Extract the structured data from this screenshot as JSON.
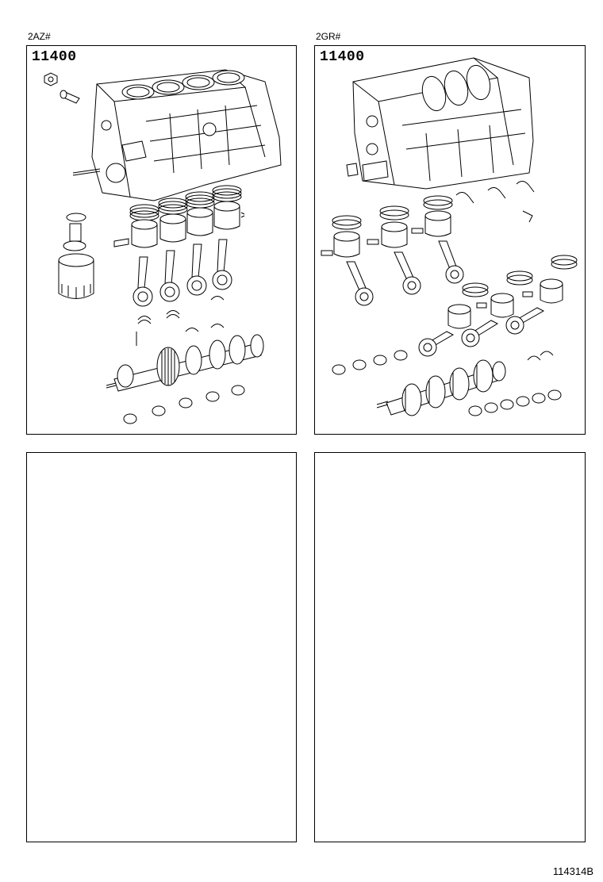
{
  "panels": [
    {
      "label": "2AZ#",
      "code": "11400"
    },
    {
      "label": "2GR#",
      "code": "11400"
    }
  ],
  "footer_id": "114314B"
}
